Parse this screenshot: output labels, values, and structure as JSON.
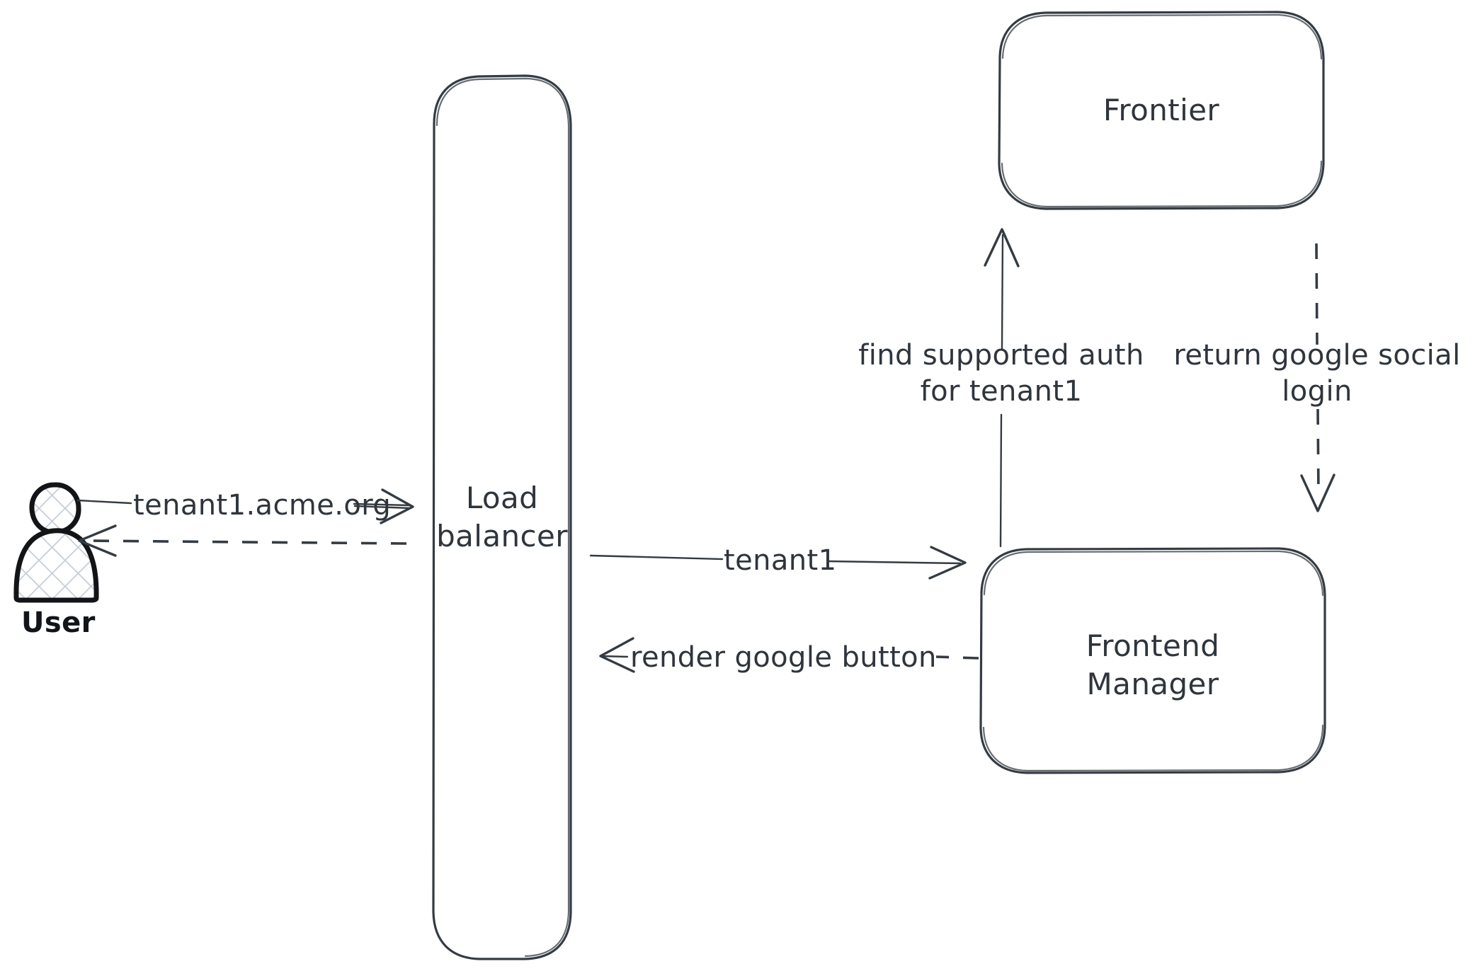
{
  "diagram": {
    "title": "Multi-tenant social login resolution flow",
    "background_color": "#ffffff",
    "ink_color": "#343b43",
    "hatch_color": "#c5cdd8"
  },
  "actors": [
    {
      "id": "user",
      "label": "User",
      "icon": "person-actor-icon",
      "shape": "actor"
    }
  ],
  "nodes": [
    {
      "id": "load-balancer",
      "label_line1": "Load",
      "label_line2": "balancer",
      "shape": "rounded-rect-tall"
    },
    {
      "id": "frontier",
      "label_line1": "Frontier",
      "label_line2": "",
      "shape": "rounded-rect"
    },
    {
      "id": "frontend-manager",
      "label_line1": "Frontend",
      "label_line2": "Manager",
      "shape": "rounded-rect"
    }
  ],
  "edges": [
    {
      "id": "user-to-lb",
      "label": "tenant1.acme.org",
      "style": "solid",
      "direction": "right",
      "from": "user",
      "to": "load-balancer"
    },
    {
      "id": "lb-to-user",
      "label": "",
      "style": "dashed",
      "direction": "left",
      "from": "load-balancer",
      "to": "user"
    },
    {
      "id": "lb-to-fm",
      "label": "tenant1",
      "style": "solid",
      "direction": "right",
      "from": "load-balancer",
      "to": "frontend-manager"
    },
    {
      "id": "fm-to-lb",
      "label": "render google button",
      "style": "dashed",
      "direction": "left",
      "from": "frontend-manager",
      "to": "load-balancer"
    },
    {
      "id": "fm-to-frontier",
      "label_line1": "find supported auth",
      "label_line2": "for tenant1",
      "style": "solid",
      "direction": "up",
      "from": "frontend-manager",
      "to": "frontier"
    },
    {
      "id": "frontier-to-fm",
      "label_line1": "return google social",
      "label_line2": "login",
      "style": "dashed",
      "direction": "down",
      "from": "frontier",
      "to": "frontend-manager"
    }
  ]
}
